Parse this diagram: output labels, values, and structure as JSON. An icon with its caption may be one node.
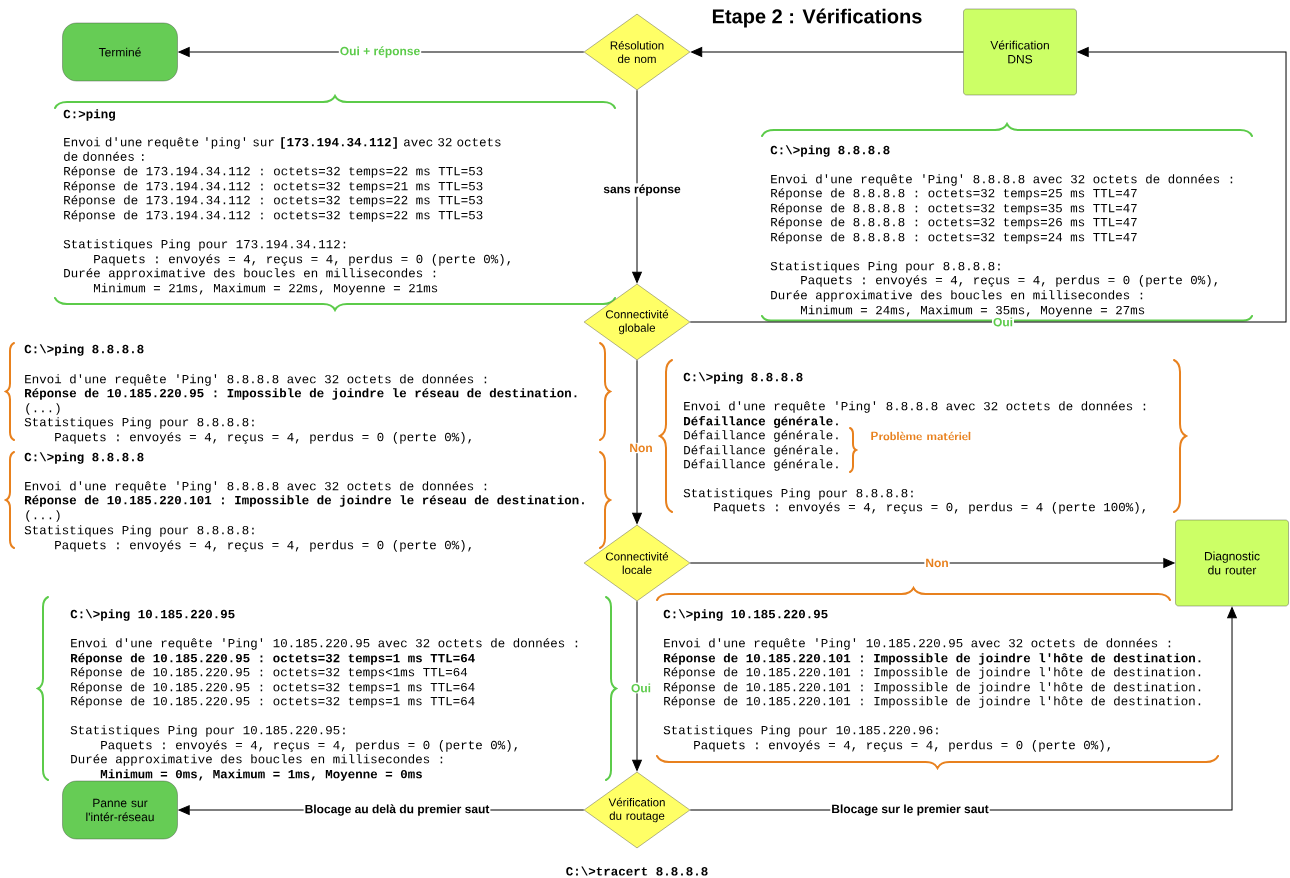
{
  "diagram": {
    "title": "Etape 2 : Vérifications",
    "nodes": [
      {
        "text": [
          "Terminé"
        ]
      },
      {
        "text": [
          "Résolution de nom"
        ]
      },
      {
        "text": [
          "Vérification DNS"
        ]
      },
      {
        "text": [
          "Connectivité globale"
        ]
      },
      {
        "text": [
          "Connectivité locale"
        ]
      },
      {
        "text": [
          "Diagnostic du router"
        ]
      },
      {
        "text": [
          "Vérification du routage"
        ]
      },
      {
        "text": [
          "Panne sur l'intér-réseau"
        ]
      }
    ],
    "edges": [
      {
        "from": 1,
        "to": 0,
        "arrow": "to",
        "label": "Oui + réponse"
      },
      {
        "from": 2,
        "to": 1,
        "arrow": "to"
      },
      {
        "from": 1,
        "to": 3,
        "arrow": "to",
        "label": "sans réponse"
      },
      {
        "from": 3,
        "to": 2,
        "arrow": "to",
        "label": "Oui"
      },
      {
        "from": 3,
        "to": 4,
        "arrow": "to",
        "label": "Non"
      },
      {
        "from": 4,
        "to": 5,
        "arrow": "to",
        "label": "Non"
      },
      {
        "from": 4,
        "to": 6,
        "arrow": "to",
        "label": "Oui"
      },
      {
        "from": 6,
        "to": 7,
        "arrow": "to",
        "label": "Blocage au delà du premier saut"
      },
      {
        "from": 6,
        "to": 5,
        "arrow": "to",
        "label": "Blocage sur le premier saut"
      }
    ],
    "labels": [
      "C:>ping",
      "Envoi d'une requête 'ping' sur **[173.194.34.112]** avec 32 octets de données :",
      "Réponse de 173.194.34.112 : octets=32 temps=22 ms TTL=53",
      "Réponse de 173.194.34.112 : octets=32 temps=21 ms TTL=53",
      "Réponse de 173.194.34.112 : octets=32 temps=22 ms TTL=53",
      "Réponse de 173.194.34.112 : octets=32 temps=22 ms TTL=53",
      "Statistiques Ping pour 173.194.34.112:",
      "Paquets : envoyés = 4, reçus = 4, perdus = 0 (perte 0%),",
      "Durée approximative des boucles en millisecondes :",
      "Minimum = 21ms, Maximum = 22ms, Moyenne = 21ms",
      "C:\\>ping 8.8.8.8",
      "Envoi d'une requête 'Ping'  8.8.8.8 avec 32 octets de données :",
      "Réponse de 8.8.8.8 : octets=32 temps=25 ms TTL=47",
      "Réponse de 8.8.8.8 : octets=32 temps=35 ms TTL=47",
      "Réponse de 8.8.8.8 : octets=32 temps=26 ms TTL=47",
      "Réponse de 8.8.8.8 : octets=32 temps=24 ms TTL=47",
      "Statistiques Ping pour 8.8.8.8:",
      "Paquets : envoyés = 4, reçus = 4, perdus = 0 (perte 0%),",
      "Durée approximative des boucles en millisecondes :",
      "Minimum = 24ms, Maximum = 35ms, Moyenne = 27ms",
      "C:\\>ping 8.8.8.8",
      "Envoi d'une requête 'Ping'  8.8.8.8 avec 32 octets de données :",
      "Réponse de 10.185.220.95 : Impossible de joindre le réseau de destination.",
      "(...)",
      "Statistiques Ping pour 8.8.8.8:",
      "Paquets : envoyés = 4, reçus = 4, perdus = 0 (perte 0%),",
      "C:\\>ping 8.8.8.8",
      "Envoi d'une requête 'Ping'  8.8.8.8 avec 32 octets de données :",
      "Réponse de 10.185.220.101 : Impossible de joindre le réseau de destination.",
      "(...)",
      "Statistiques Ping pour 8.8.8.8:",
      "Paquets : envoyés = 4, reçus = 4, perdus = 0 (perte 0%),",
      "C:\\>ping 8.8.8.8",
      "Envoi d'une requête 'Ping'  8.8.8.8 avec 32 octets de données :",
      "Défaillance générale.",
      "Défaillance générale.",
      "Défaillance générale.",
      "Défaillance générale.",
      "Problème matériel",
      "Statistiques Ping pour 8.8.8.8:",
      "Paquets : envoyés = 4, reçus = 0, perdus = 4 (perte 100%),",
      "C:\\>ping 10.185.220.95",
      "Envoi d'une requête 'Ping'  10.185.220.95 avec 32 octets de données :",
      "Réponse de 10.185.220.95 : octets=32 temps=1 ms TTL=64",
      "Réponse de 10.185.220.95 : octets=32 temps<1ms TTL=64",
      "Réponse de 10.185.220.95 : octets=32 temps=1 ms TTL=64",
      "Réponse de 10.185.220.95 : octets=32 temps=1 ms TTL=64",
      "Statistiques Ping pour 10.185.220.95:",
      "Paquets : envoyés = 4, reçus = 4, perdus = 0 (perte 0%),",
      "Durée approximative des boucles en millisecondes :",
      "Minimum = 0ms, Maximum = 1ms, Moyenne = 0ms",
      "C:\\>ping 10.185.220.95",
      "Envoi d'une requête 'Ping'  10.185.220.95 avec 32 octets de données :",
      "Réponse de 10.185.220.101 : Impossible de joindre l'hôte de destination.",
      "Réponse de 10.185.220.101 : Impossible de joindre l'hôte de destination.",
      "Réponse de 10.185.220.101 : Impossible de joindre l'hôte de destination.",
      "Réponse de 10.185.220.101 : Impossible de joindre l'hôte de destination.",
      "Statistiques Ping pour 10.185.220.96:",
      "Paquets : envoyés = 4, reçus = 4, perdus = 0 (perte 0%),",
      "C:\\>tracert 8.8.8.8"
    ]
  }
}
